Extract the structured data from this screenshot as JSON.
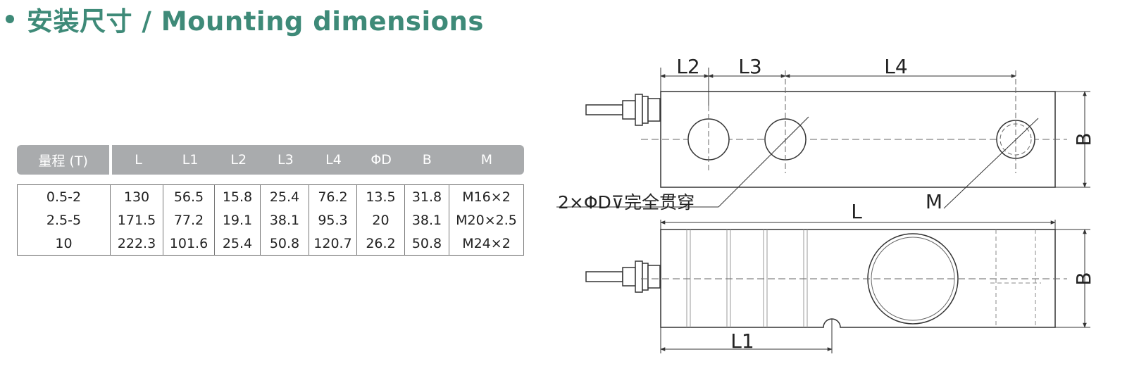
{
  "header": {
    "title": "安装尺寸 / Mounting dimensions"
  },
  "table": {
    "columns": [
      "量程 (T)",
      "L",
      "L1",
      "L2",
      "L3",
      "L4",
      "ΦD",
      "B",
      "M"
    ],
    "rows": [
      [
        "0.5-2",
        "130",
        "56.5",
        "15.8",
        "25.4",
        "76.2",
        "13.5",
        "31.8",
        "M16×2"
      ],
      [
        "2.5-5",
        "171.5",
        "77.2",
        "19.1",
        "38.1",
        "95.3",
        "20",
        "38.1",
        "M20×2.5"
      ],
      [
        "10",
        "222.3",
        "101.6",
        "25.4",
        "50.8",
        "120.7",
        "26.2",
        "50.8",
        "M24×2"
      ]
    ]
  },
  "drawing": {
    "labels": {
      "l2": "L2",
      "l3": "L3",
      "l4": "L4",
      "l": "L",
      "l1": "L1",
      "b_top": "B",
      "b_bottom": "B",
      "m": "M",
      "hole_note": "2×ΦD⊽完全贯穿"
    }
  }
}
